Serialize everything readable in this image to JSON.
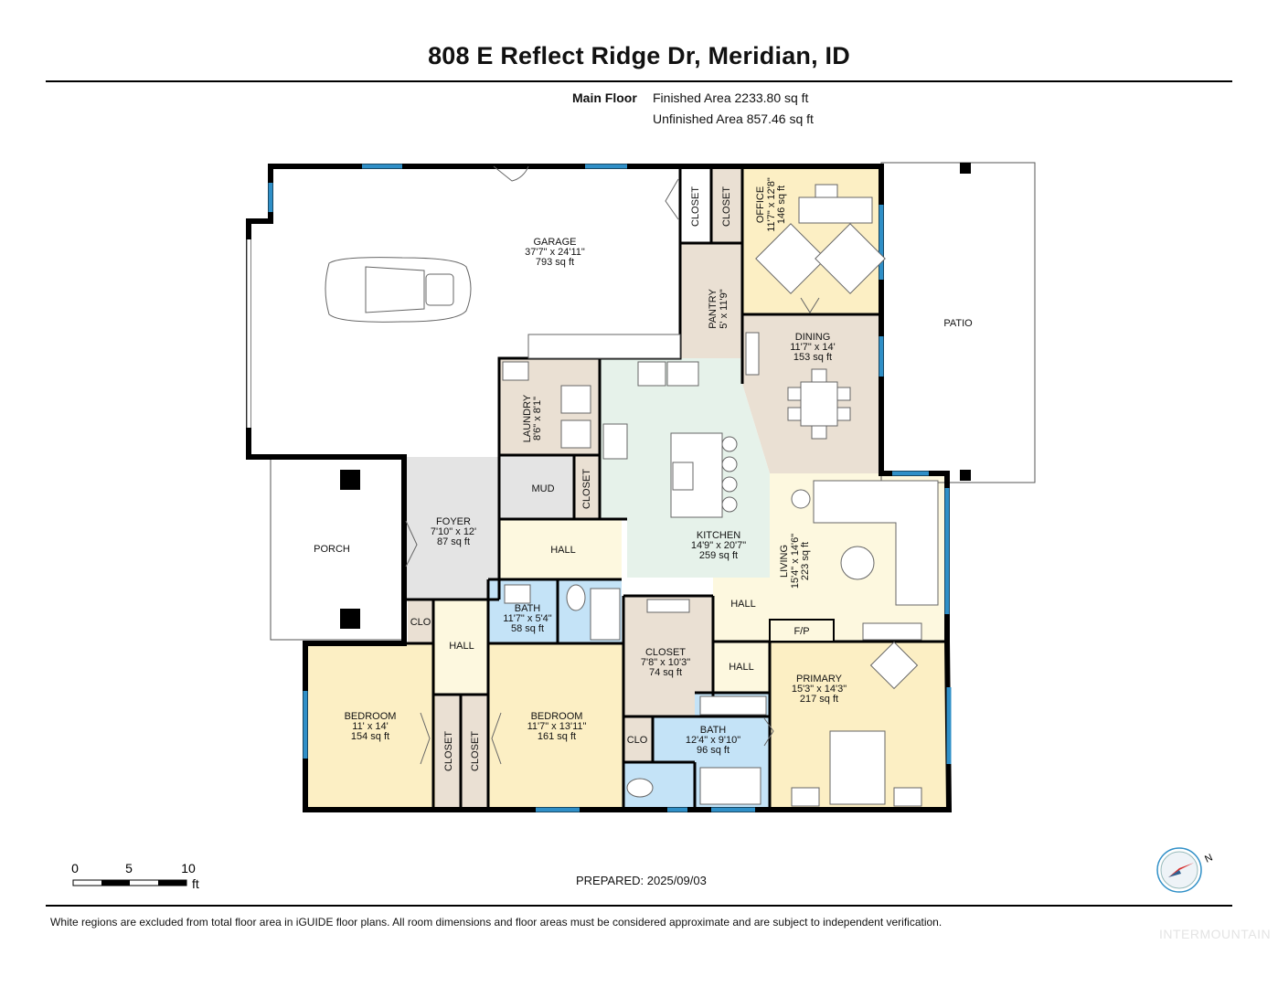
{
  "header": {
    "title": "808 E Reflect Ridge Dr, Meridian, ID",
    "floor": "Main Floor",
    "finished_area": "Finished Area 2233.80 sq ft",
    "unfinished_area": "Unfinished Area 857.46 sq ft"
  },
  "rooms": {
    "garage": {
      "name": "GARAGE",
      "dims": "37'7\" x 24'11\"",
      "area": "793 sq ft"
    },
    "closet_a": {
      "name": "CLOSET"
    },
    "closet_b": {
      "name": "CLOSET"
    },
    "office": {
      "name": "OFFICE",
      "dims": "11'7\" x 12'8\"",
      "area": "146 sq ft"
    },
    "patio": {
      "name": "PATIO"
    },
    "pantry": {
      "name": "PANTRY",
      "dims": "5' x 11'9\""
    },
    "dining": {
      "name": "DINING",
      "dims": "11'7\" x 14'",
      "area": "153 sq ft"
    },
    "laundry": {
      "name": "LAUNDRY",
      "dims": "8'6\" x 8'1\""
    },
    "mud": {
      "name": "MUD"
    },
    "closet_mud": {
      "name": "CLOSET"
    },
    "kitchen": {
      "name": "KITCHEN",
      "dims": "14'9\" x 20'7\"",
      "area": "259 sq ft"
    },
    "living": {
      "name": "LIVING",
      "dims": "15'4\" x 14'6\"",
      "area": "223 sq ft"
    },
    "porch": {
      "name": "PORCH"
    },
    "foyer": {
      "name": "FOYER",
      "dims": "7'10\" x 12'",
      "area": "87 sq ft"
    },
    "hall_a": {
      "name": "HALL"
    },
    "hall_b": {
      "name": "HALL"
    },
    "hall_c": {
      "name": "HALL"
    },
    "hall_d": {
      "name": "HALL"
    },
    "bath_a": {
      "name": "BATH",
      "dims": "11'7\" x 5'4\"",
      "area": "58 sq ft"
    },
    "clo_a": {
      "name": "CLO"
    },
    "clo_b": {
      "name": "CLO"
    },
    "closet_c": {
      "name": "CLOSET",
      "dims": "7'8\" x 10'3\"",
      "area": "74 sq ft"
    },
    "fp": {
      "name": "F/P"
    },
    "primary": {
      "name": "PRIMARY",
      "dims": "15'3\" x 14'3\"",
      "area": "217 sq ft"
    },
    "bedroom_a": {
      "name": "BEDROOM",
      "dims": "11' x 14'",
      "area": "154 sq ft"
    },
    "bedroom_b": {
      "name": "BEDROOM",
      "dims": "11'7\" x 13'11\"",
      "area": "161 sq ft"
    },
    "closet_d": {
      "name": "CLOSET"
    },
    "closet_e": {
      "name": "CLOSET"
    },
    "bath_b": {
      "name": "BATH",
      "dims": "12'4\" x 9'10\"",
      "area": "96 sq ft"
    }
  },
  "scale": {
    "t0": "0",
    "t5": "5",
    "t10": "10",
    "unit": "ft"
  },
  "compass": {
    "label": "N"
  },
  "footer": {
    "prepared": "PREPARED: 2025/09/03",
    "disclaimer": "White regions are excluded from total floor area in iGUIDE floor plans. All room dimensions and floor areas must be considered approximate and are subject to independent verification.",
    "watermark": "INTERMOUNTAIN"
  },
  "colors": {
    "bedroom": "#fcefc4",
    "living": "#fdf8df",
    "kitchen": "#e6f2ea",
    "utility": "#eae0d3",
    "foyer": "#e4e4e4",
    "bath": "#c4e3f7",
    "window": "#2f8fc7",
    "wall": "#000000"
  }
}
